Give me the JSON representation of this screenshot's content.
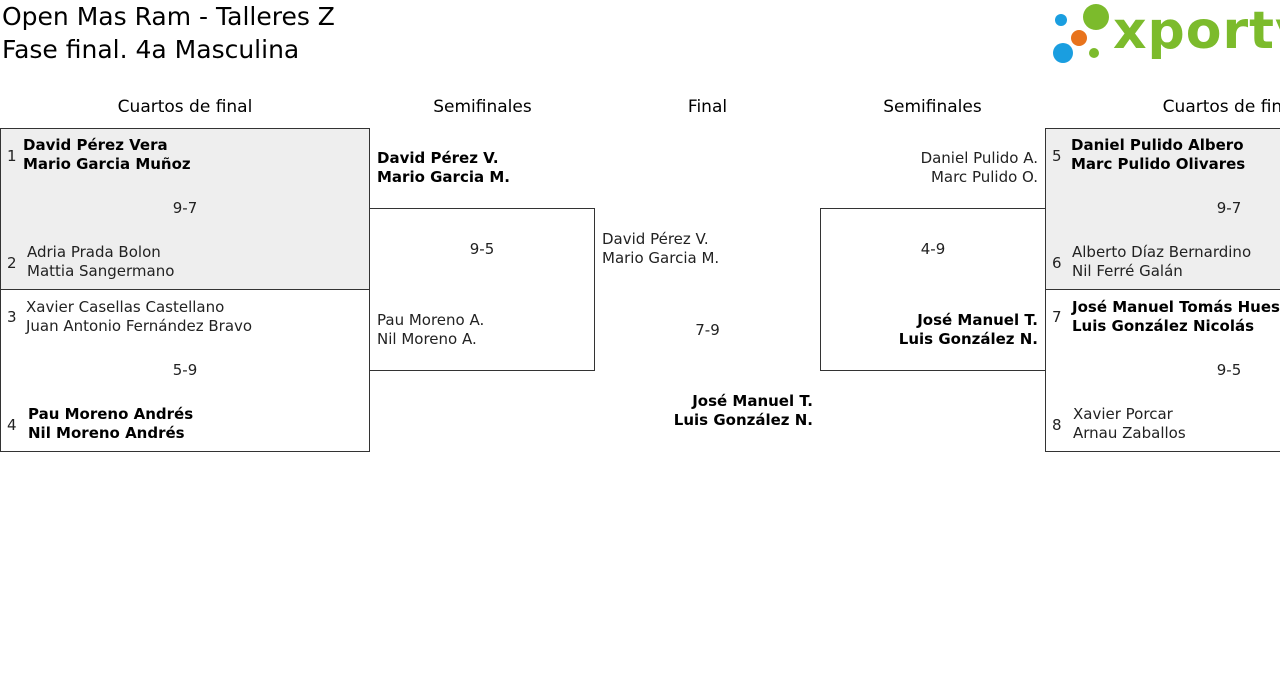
{
  "header": {
    "title_line1": "Open Mas Ram - Talleres Z",
    "title_line2": "Fase final. 4a Masculina",
    "logo_text": "xporty",
    "logo_colors": {
      "green": "#7cbb2c",
      "blue": "#1a9ee0",
      "orange": "#e8731c"
    }
  },
  "round_headers": {
    "qf_left": "Cuartos de final",
    "sf_left": "Semifinales",
    "final": "Final",
    "sf_right": "Semifinales",
    "qf_right": "Cuartos de final"
  },
  "qf_left": {
    "match1": {
      "seed_a": "1",
      "a1": "David Pérez Vera",
      "a2": "Mario Garcia Muñoz",
      "score": "9-7",
      "seed_b": "2",
      "b1": "Adria Prada Bolon",
      "b2": "Mattia Sangermano"
    },
    "match2": {
      "seed_a": "3",
      "a1": "Xavier Casellas Castellano",
      "a2": "Juan Antonio Fernández Bravo",
      "score": "5-9",
      "seed_b": "4",
      "b1": "Pau Moreno Andrés",
      "b2": "Nil Moreno Andrés"
    }
  },
  "sf_left": {
    "a1": "David Pérez V.",
    "a2": "Mario Garcia M.",
    "score": "9-5",
    "b1": "Pau Moreno A.",
    "b2": "Nil Moreno A."
  },
  "final": {
    "a1": "David Pérez V.",
    "a2": "Mario Garcia M.",
    "score": "7-9",
    "b1": "José Manuel T.",
    "b2": "Luis González N."
  },
  "sf_right": {
    "a1": "Daniel Pulido A.",
    "a2": "Marc Pulido O.",
    "score": "4-9",
    "b1": "José Manuel T.",
    "b2": "Luis González N."
  },
  "qf_right": {
    "match1": {
      "seed_a": "5",
      "a1": "Daniel Pulido Albero",
      "a2": "Marc Pulido Olivares",
      "score": "9-7",
      "seed_b": "6",
      "b1": "Alberto Díaz Bernardino",
      "b2": "Nil Ferré Galán"
    },
    "match2": {
      "seed_a": "7",
      "a1": "José Manuel Tomás Huesca",
      "a2": "Luis González Nicolás",
      "score": "9-5",
      "seed_b": "8",
      "b1": "Xavier Porcar",
      "b2": "Arnau Zaballos"
    }
  }
}
